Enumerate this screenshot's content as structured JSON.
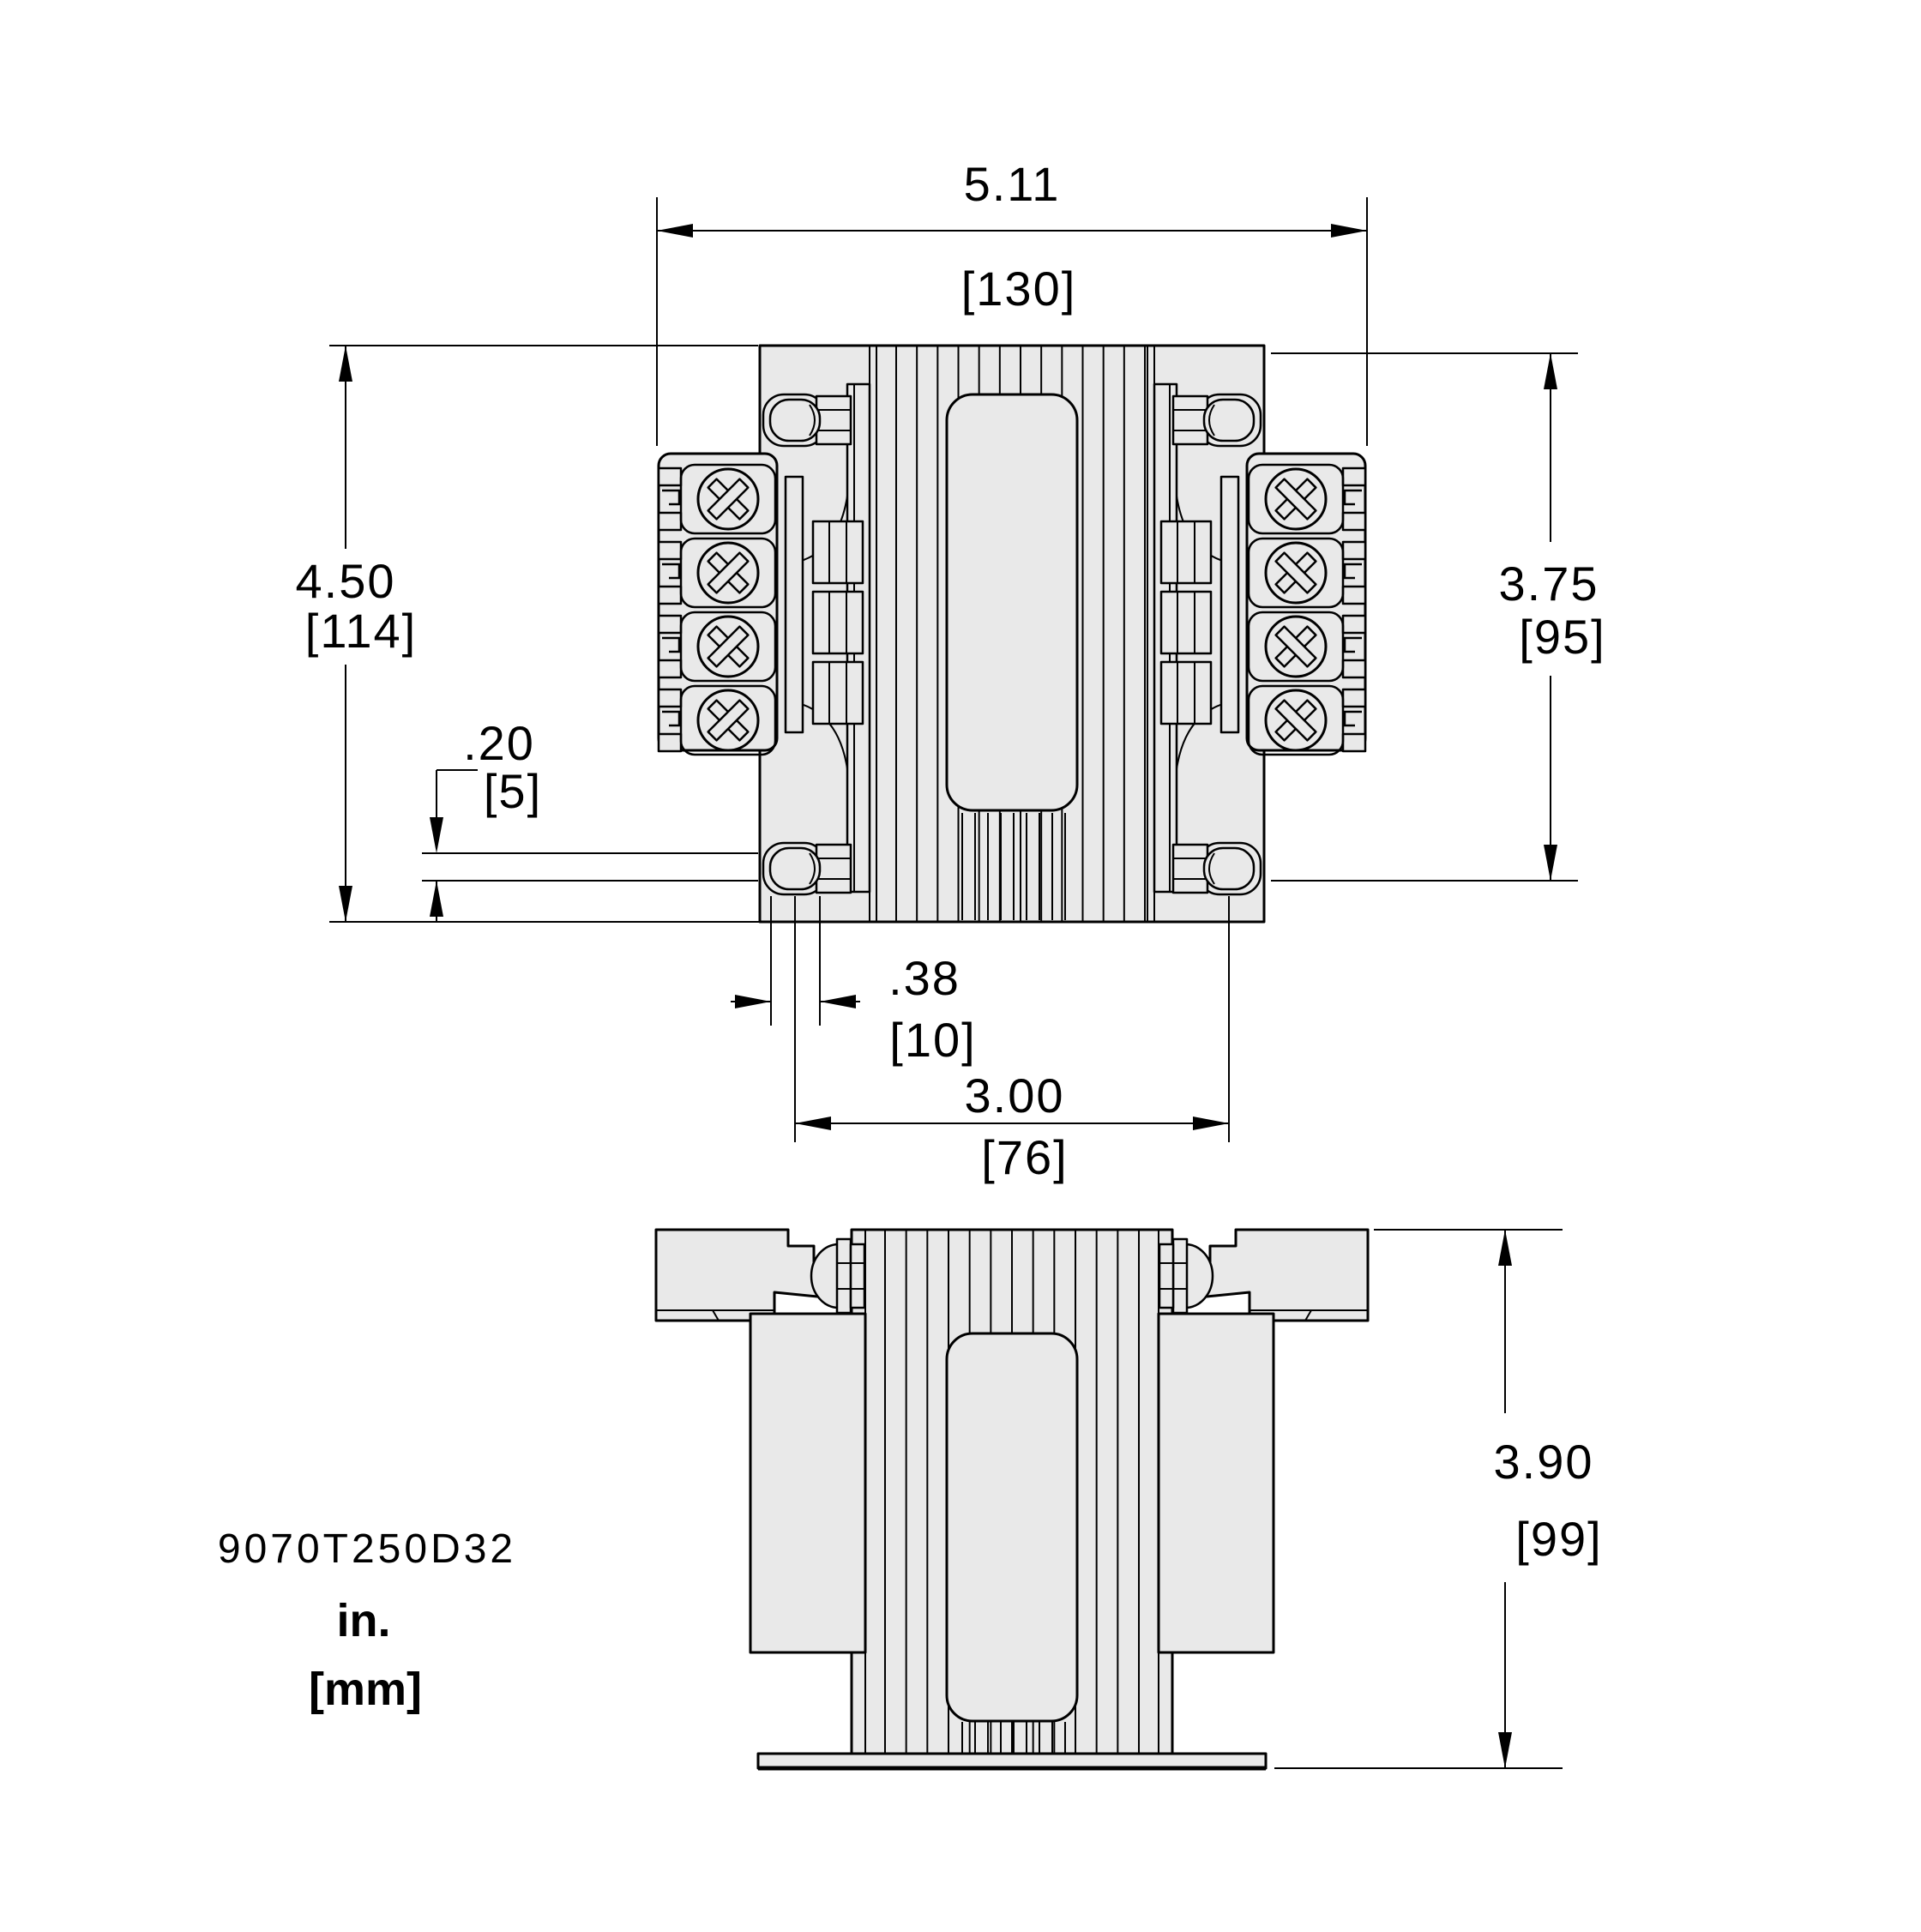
{
  "drawing": {
    "part_number": "9070T250D32",
    "units_primary": "in.",
    "units_secondary": "[mm]",
    "colors": {
      "body_fill": "#e9e9e9",
      "line": "#000000",
      "background": "#ffffff"
    },
    "views": {
      "top": "top-view",
      "side": "side-view"
    },
    "dimensions": {
      "overall_width": {
        "in": "5.11",
        "mm": "[130]"
      },
      "overall_height": {
        "in": "4.50",
        "mm": "[114]"
      },
      "terminal_height": {
        "in": "3.75",
        "mm": "[95]"
      },
      "lead_clearance": {
        "in": ".20",
        "mm": "[5]"
      },
      "slot_width": {
        "in": ".38",
        "mm": "[10]"
      },
      "mounting_centers": {
        "in": "3.00",
        "mm": "[76]"
      },
      "side_height": {
        "in": "3.90",
        "mm": "[99]"
      }
    }
  }
}
